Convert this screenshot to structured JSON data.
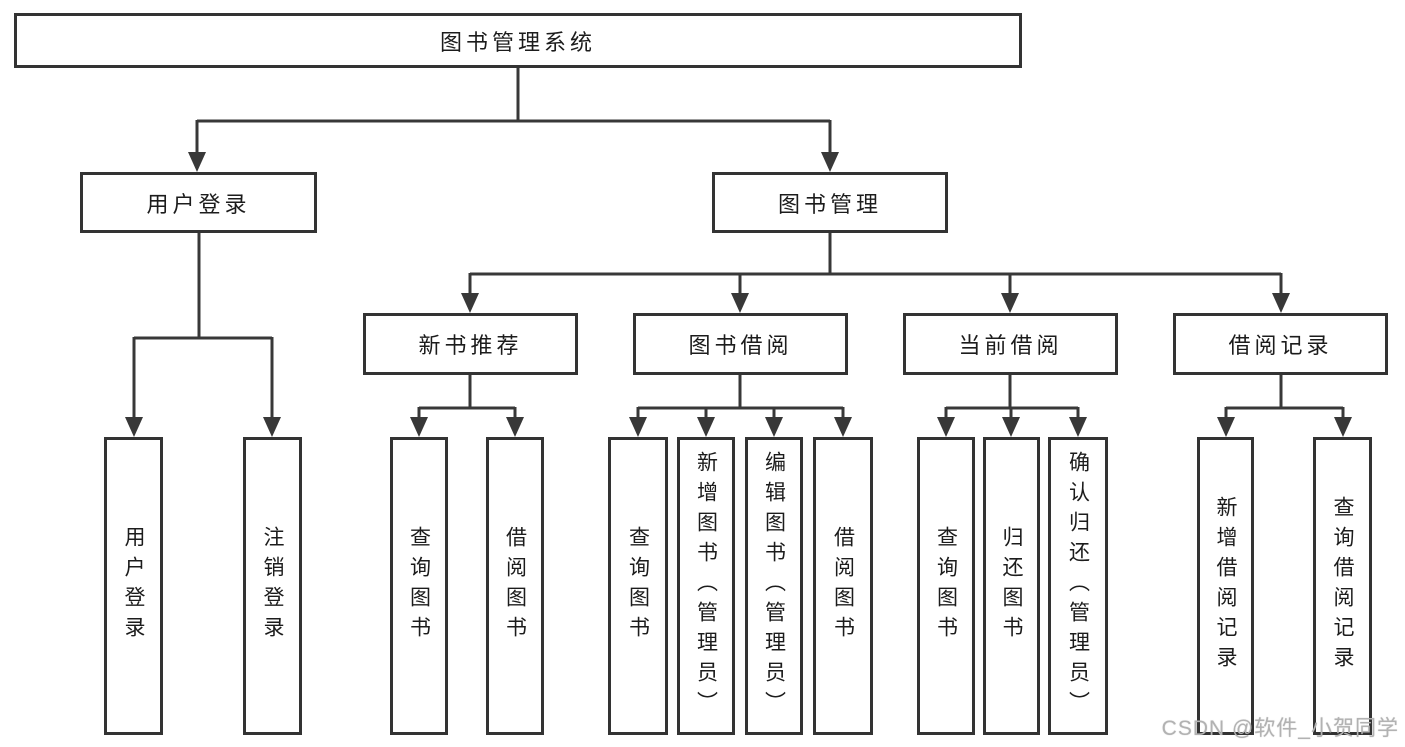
{
  "nodes": {
    "root": "图书管理系统",
    "l2_user_login": "用户登录",
    "l2_book_mgmt": "图书管理",
    "l3_new_book": "新书推荐",
    "l3_book_borrow": "图书借阅",
    "l3_current_borrow": "当前借阅",
    "l3_borrow_record": "借阅记录",
    "leaf_login": "用户登录",
    "leaf_logout": "注销登录",
    "leaf_nb_query": "查询图书",
    "leaf_nb_borrow": "借阅图书",
    "leaf_bb_query": "查询图书",
    "leaf_bb_add": "新增图书（管理员）",
    "leaf_bb_edit": "编辑图书（管理员）",
    "leaf_bb_borrow": "借阅图书",
    "leaf_cb_query": "查询图书",
    "leaf_cb_return": "归还图书",
    "leaf_cb_confirm": "确认归还（管理员）",
    "leaf_br_add": "新增借阅记录",
    "leaf_br_query": "查询借阅记录"
  },
  "hierarchy": {
    "图书管理系统": {
      "用户登录": [
        "用户登录",
        "注销登录"
      ],
      "图书管理": {
        "新书推荐": [
          "查询图书",
          "借阅图书"
        ],
        "图书借阅": [
          "查询图书",
          "新增图书（管理员）",
          "编辑图书（管理员）",
          "借阅图书"
        ],
        "当前借阅": [
          "查询图书",
          "归还图书",
          "确认归还（管理员）"
        ],
        "借阅记录": [
          "新增借阅记录",
          "查询借阅记录"
        ]
      }
    }
  },
  "watermark": "CSDN @软件_小贺同学",
  "colors": {
    "line": "#383838",
    "box_border": "#333333",
    "box_fill": "#ffffff",
    "text": "#1c1c1c",
    "watermark": "#b2b2b2",
    "background": "#ffffff"
  }
}
